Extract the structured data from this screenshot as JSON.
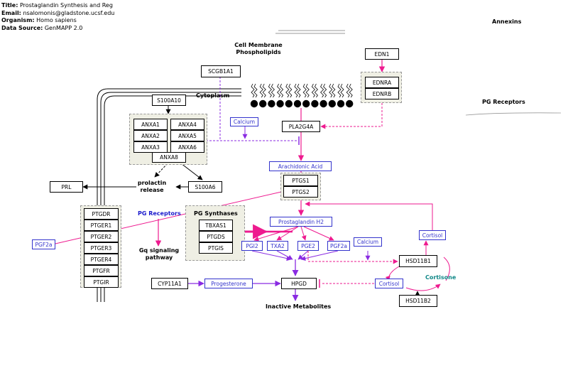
{
  "header": {
    "title_label": "Title:",
    "title": "Prostaglandin Synthesis and Reg",
    "email_label": "Email:",
    "email": "nsalomonis@gladstone.ucsf.edu",
    "organism_label": "Organism:",
    "organism": "Homo sapiens",
    "source_label": "Data Source:",
    "source": "GenMAPP 2.0"
  },
  "labels": {
    "annexins": "Annexins",
    "pg_receptors_right": "PG Receptors",
    "cell_membrane": "Cell Membrane\nPhospholipids",
    "cytoplasm": "Cytoplasm",
    "prolactin_release": "prolactin\nrelease",
    "pg_receptors": "PG Receptors",
    "pg_synthases": "PG Synthases",
    "gq_pathway": "Gq signaling\npathway",
    "cortisone": "Cortisone",
    "inactive": "Inactive Metabolites"
  },
  "genes": {
    "edn1": "EDN1",
    "ednra": "EDNRA",
    "ednrb": "EDNRB",
    "scgb1a1": "SCGB1A1",
    "s100a10": "S100A10",
    "anxa1": "ANXA1",
    "anxa2": "ANXA2",
    "anxa3": "ANXA3",
    "anxa4": "ANXA4",
    "anxa5": "ANXA5",
    "anxa6": "ANXA6",
    "anxa8": "ANXA8",
    "pla2g4a": "PLA2G4A",
    "prl": "PRL",
    "s100a6": "S100A6",
    "ptgs1": "PTGS1",
    "ptgs2": "PTGS2",
    "ptgdr": "PTGDR",
    "ptger1": "PTGER1",
    "ptger2": "PTGER2",
    "ptger3": "PTGER3",
    "ptger4": "PTGER4",
    "ptgfr": "PTGFR",
    "ptgir": "PTGIR",
    "tbxas1": "TBXAS1",
    "ptgds": "PTGDS",
    "ptgis": "PTGIS",
    "cyp11a1": "CYP11A1",
    "hpgd": "HPGD",
    "hsd11b1": "HSD11B1",
    "hsd11b2": "HSD11B2"
  },
  "metabolites": {
    "calcium1": "Calcium",
    "arachidonic": "Arachidonic Acid",
    "pgh2": "Prostaglandin H2",
    "pgi2": "PGI2",
    "txa2": "TXA2",
    "pge2": "PGE2",
    "pgf2a_right": "PGF2a",
    "calcium2": "Calcium",
    "cortisol_top": "Cortisol",
    "cortisol_bottom": "Cortisol",
    "progesterone": "Progesterone",
    "pgf2a_left": "PGF2a"
  },
  "colors": {
    "pink": "#ee1a8f",
    "purple": "#8a2be2",
    "metabolite": "#3333cc",
    "teal": "#118888",
    "pg_receptors_blue": "#1a1acc"
  }
}
